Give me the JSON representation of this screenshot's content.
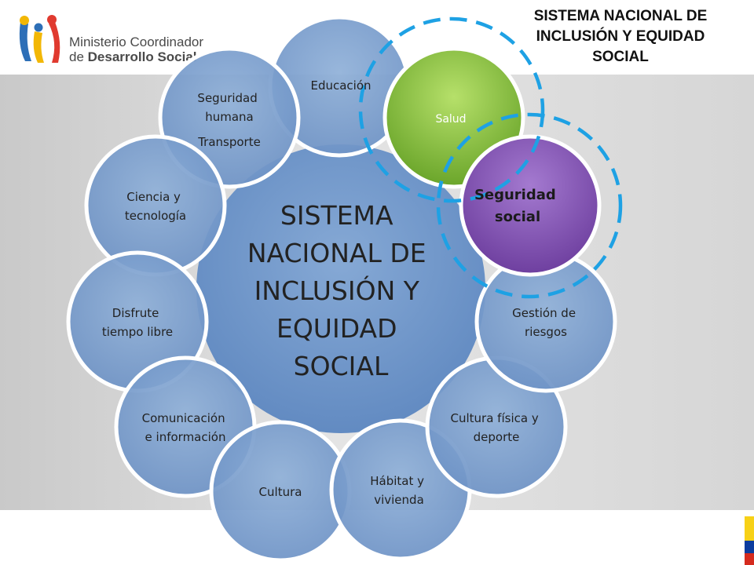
{
  "logo": {
    "org_line1": "Ministerio Coordinador",
    "org_line2_prefix": "de ",
    "org_line2_bold": "Desarrollo Social"
  },
  "corner_title": {
    "lines": [
      "SISTEMA NACIONAL DE",
      "INCLUSIÓN Y EQUIDAD",
      "SOCIAL"
    ]
  },
  "center": {
    "lines": [
      "SISTEMA",
      "NACIONAL DE",
      "INCLUSIÓN Y",
      "EQUIDAD",
      "SOCIAL"
    ]
  },
  "satellites": [
    {
      "id": "educacion",
      "lines": [
        "Educación"
      ]
    },
    {
      "id": "salud",
      "lines": [
        "Salud"
      ]
    },
    {
      "id": "seguridad-social",
      "lines": [
        "Seguridad",
        "social"
      ]
    },
    {
      "id": "gestion-riesgos",
      "lines": [
        "Gestión de",
        "riesgos"
      ]
    },
    {
      "id": "cultura-fisica",
      "lines": [
        "Cultura física y",
        "deporte"
      ]
    },
    {
      "id": "habitat",
      "lines": [
        "Hábitat y",
        "vivienda"
      ]
    },
    {
      "id": "cultura",
      "lines": [
        "Cultura"
      ]
    },
    {
      "id": "comunicacion",
      "lines": [
        "Comunicación",
        "e información"
      ]
    },
    {
      "id": "disfrute",
      "lines": [
        "Disfrute",
        "tiempo libre"
      ]
    },
    {
      "id": "ciencia",
      "lines": [
        "Ciencia y",
        "tecnología"
      ]
    },
    {
      "id": "seguridad-humana",
      "lines": [
        "Seguridad",
        "humana"
      ],
      "extra": "Transporte"
    }
  ],
  "colors": {
    "blue": "#7fa3cf",
    "center_blue": "#6f95c8",
    "salud_green": "#8dc63f",
    "seguridad_purple": "#8a5cb8",
    "dashed_blue": "#1ea1e4",
    "text_dark": "#222222"
  },
  "flag_colors": [
    "#f7d117",
    "#0b3c9e",
    "#d52b1e"
  ]
}
